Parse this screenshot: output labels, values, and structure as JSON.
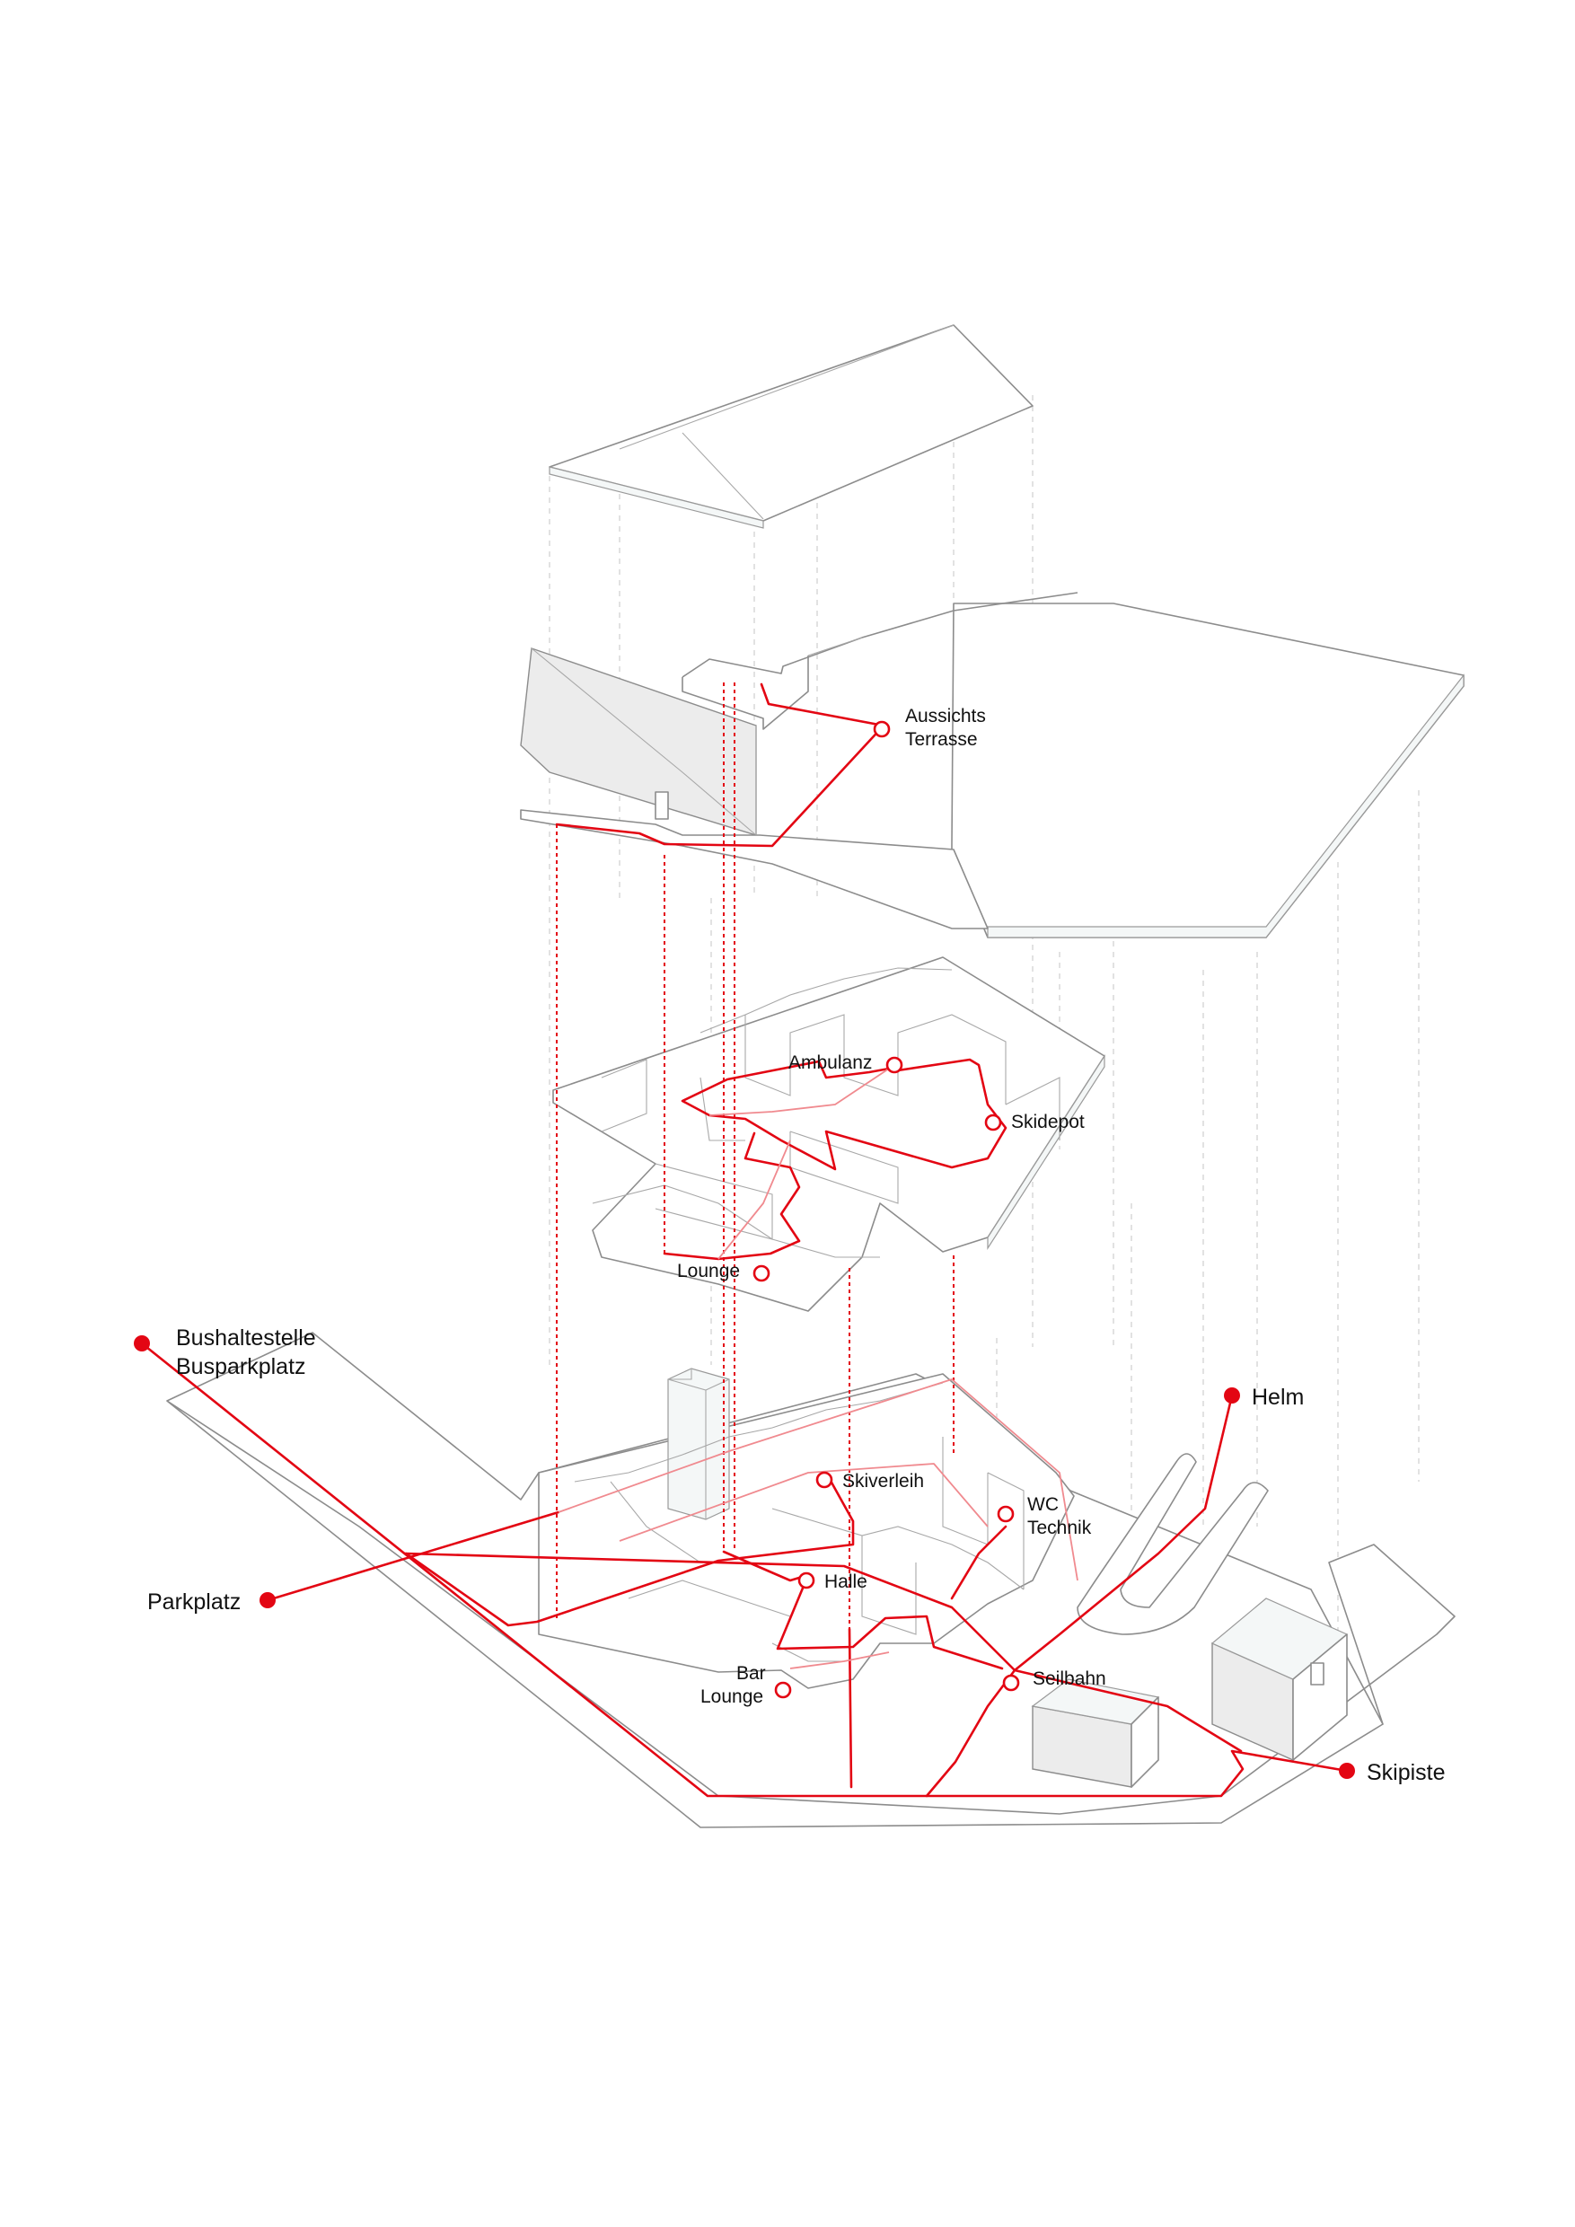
{
  "diagram": {
    "colors": {
      "route": "#e30613",
      "building": "#8c8c8c",
      "guide": "#cfcfcf"
    },
    "levels": {
      "roof": {},
      "upper": {
        "nodes": [
          "Aussichts Terrasse"
        ]
      },
      "middle": {
        "nodes": [
          "Ambulanz",
          "Skidepot",
          "Lounge"
        ]
      },
      "ground": {
        "nodes": [
          "Skiverleih",
          "WC Technik",
          "Halle",
          "Bar Lounge",
          "Seilbahn"
        ]
      }
    },
    "labels": {
      "aussichts": [
        "Aussichts",
        "Terrasse"
      ],
      "ambulanz": "Ambulanz",
      "skidepot": "Skidepot",
      "lounge": "Lounge",
      "skiverleih": "Skiverleih",
      "wc_technik": [
        "WC",
        "Technik"
      ],
      "halle": "Halle",
      "bar_lounge": [
        "Bar",
        "Lounge"
      ],
      "seilbahn": "Seilbahn",
      "bushaltestelle": [
        "Bushaltestelle",
        "Busparkplatz"
      ],
      "parkplatz": "Parkplatz",
      "helm": "Helm",
      "skipiste": "Skipiste"
    }
  }
}
